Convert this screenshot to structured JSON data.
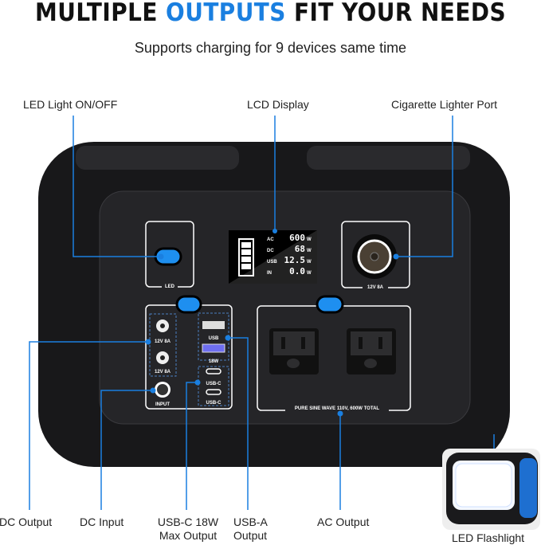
{
  "header": {
    "title_pre": "MULTIPLE ",
    "title_highlight": "OUTPUTS",
    "title_post": " FIT YOUR NEEDS",
    "subtitle": "Supports charging for 9 devices same time"
  },
  "callouts": {
    "led_light": "LED Light ON/OFF",
    "lcd_display": "LCD Display",
    "cigarette_port": "Cigarette Lighter Port",
    "dc_output": "DC Output",
    "dc_input": "DC Input",
    "usbc_line1": "USB-C 18W",
    "usbc_line2": "Max Output",
    "usba_line1": "USB-A",
    "usba_line2": "Output",
    "ac_output": "AC Output",
    "flashlight": "LED Flashlight"
  },
  "device": {
    "led_label": "LED",
    "cig_label": "12V 8A",
    "dc1_label": "12V 8A",
    "dc2_label": "12V 8A",
    "input_label": "INPUT",
    "usb_label": "USB",
    "usb_qc_label": "18W",
    "usbc1_label": "USB-C",
    "usbc2_label": "USB-C",
    "ac_label": "PURE SINE WAVE 110V, 600W TOTAL",
    "lcd": {
      "rows": [
        {
          "name": "AC",
          "value": "600",
          "unit": "W"
        },
        {
          "name": "DC",
          "value": "68",
          "unit": "W"
        },
        {
          "name": "USB",
          "value": "12.5",
          "unit": "W"
        },
        {
          "name": "IN",
          "value": "0.0",
          "unit": "W"
        }
      ]
    }
  },
  "colors": {
    "accent": "#1a7fe0",
    "body": "#1c1c1e"
  }
}
